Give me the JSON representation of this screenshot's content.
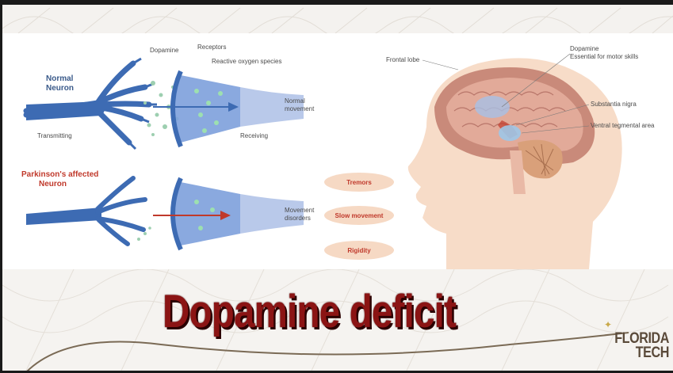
{
  "title": "Dopamine deficit",
  "logo": {
    "line1": "FLORIDA",
    "line2": "TECH",
    "star_icon": "star-icon"
  },
  "neuron": {
    "normal_label_1": "Normal",
    "normal_label_2": "Neuron",
    "affected_label_1": "Parkinson's affected",
    "affected_label_2": "Neuron",
    "dopamine": "Dopamine",
    "receptors": "Receptors",
    "ros": "Reactive oxygen species",
    "transmitting": "Transmitting",
    "receiving": "Receiving",
    "normal_movement_1": "Normal",
    "normal_movement_2": "movement",
    "movement_disorders_1": "Movement",
    "movement_disorders_2": "disorders"
  },
  "symptoms": [
    "Tremors",
    "Slow movement",
    "Rigidity"
  ],
  "brain": {
    "frontal_lobe": "Frontal lobe",
    "dopamine_1": "Dopamine",
    "dopamine_2": "Essential for motor skills",
    "substantia_nigra": "Substantia nigra",
    "ventral_tegmental": "Ventral tegmental area"
  },
  "colors": {
    "title": "#8b1414",
    "accent_red": "#c0392b",
    "neuron_blue": "#3d6bb3",
    "pill": "#f6d9c4",
    "skin": "#f7dcc8"
  }
}
